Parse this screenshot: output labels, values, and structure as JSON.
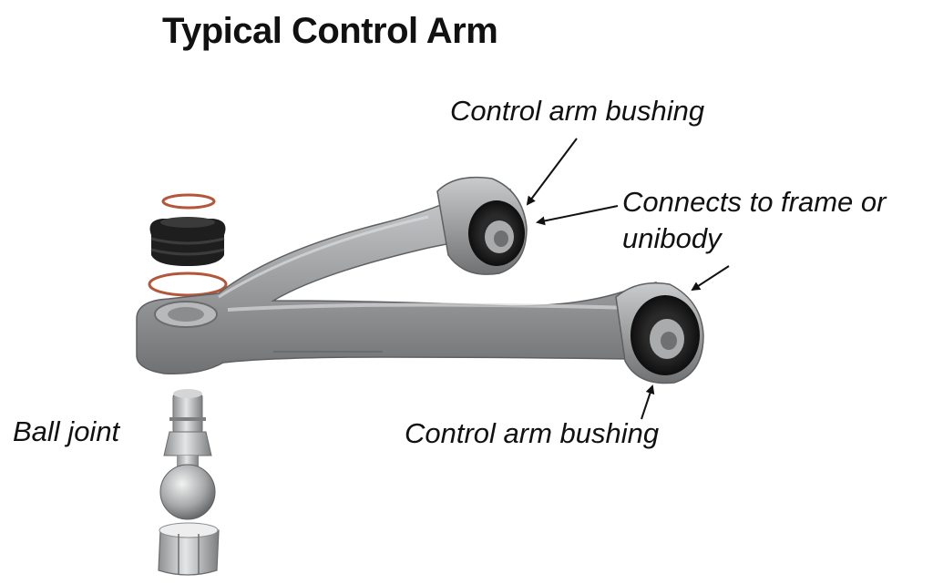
{
  "title": "Typical Control Arm",
  "labels": {
    "bushing_top": "Control arm bushing",
    "frame_line1": "Connects to frame or",
    "frame_line2": "unibody",
    "ball_joint": "Ball joint",
    "bushing_bottom": "Control arm bushing"
  },
  "colors": {
    "arm": "#9a9c9e",
    "bushing_rubber": "#1c1c1c",
    "o_ring": "#b4563a",
    "text": "#111111"
  }
}
